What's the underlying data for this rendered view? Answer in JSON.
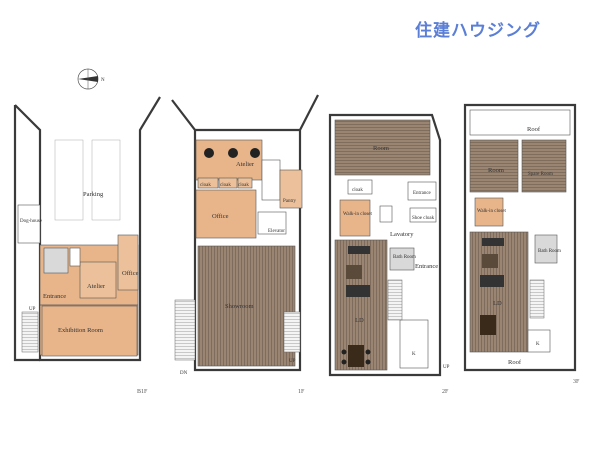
{
  "brand": {
    "logo_text": "住建ハウジング"
  },
  "colors": {
    "room_orange": "#e8b48a",
    "wood": "#8a7664",
    "brand": "#5b7fd6"
  },
  "compass": {
    "north_label": "N"
  },
  "floors": {
    "b1f": {
      "label": "B1F",
      "rooms": {
        "parking": "Parking",
        "dog_house": "Dog-house",
        "office": "Office",
        "atelier": "Atelier",
        "entrance": "Entrance",
        "exhibition": "Exhibition Room",
        "up": "UP"
      }
    },
    "f1": {
      "label": "1F",
      "rooms": {
        "atelier": "Atelier",
        "cloak1": "cloak",
        "cloak2": "cloak",
        "cloak3": "cloak",
        "pantry": "Pantry",
        "office": "Office",
        "elevator": "Elevator",
        "showroom": "Showroom",
        "dn": "DN",
        "up": "UP"
      }
    },
    "f2": {
      "label": "2F",
      "rooms": {
        "room": "Room",
        "cloak": "cloak",
        "entrance": "Entrance",
        "walk_in": "Walk-in closet",
        "lavatory": "Lavatory",
        "shoe": "Shoe cloak",
        "bath": "Bath Room",
        "entrance2": "Entrance",
        "ld": "LD",
        "k": "K",
        "up": "UP"
      }
    },
    "f3": {
      "label": "3F",
      "rooms": {
        "roof_top": "Roof",
        "room": "Room",
        "spare": "Spare Room",
        "walk_in": "Walk-in closet",
        "bath": "Bath Room",
        "ld": "LD",
        "k": "K",
        "roof_bottom": "Roof"
      }
    }
  }
}
